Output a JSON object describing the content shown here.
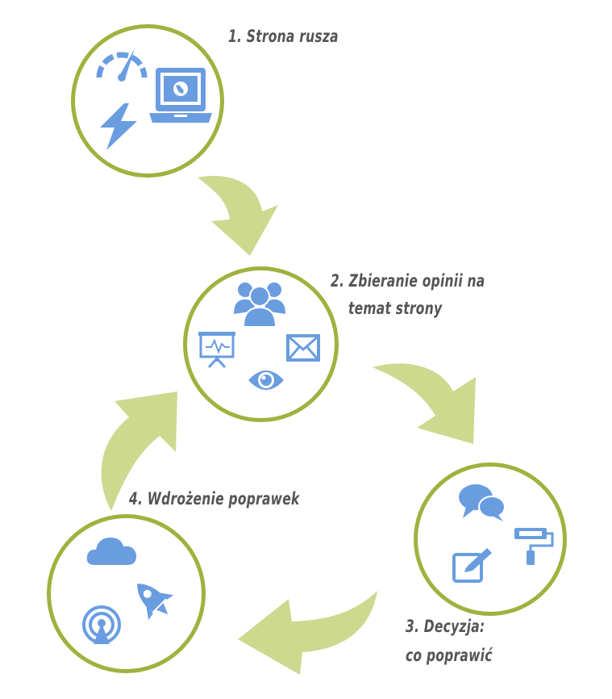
{
  "steps": [
    {
      "label": "1. Strona rusza",
      "icons": [
        "speedometer-icon",
        "laptop-globe-icon",
        "lightning-icon"
      ]
    },
    {
      "label_line1": "2. Zbieranie opinii na",
      "label_line2": "temat strony",
      "icons": [
        "users-group-icon",
        "presentation-chart-icon",
        "envelope-icon",
        "eye-icon"
      ]
    },
    {
      "label_line1": "3. Decyzja:",
      "label_line2": "co poprawić",
      "icons": [
        "chat-bubbles-icon",
        "paint-roller-icon",
        "edit-note-icon"
      ]
    },
    {
      "label": "4. Wdrożenie poprawek",
      "icons": [
        "cloud-icon",
        "rocket-icon",
        "broadcast-icon"
      ]
    }
  ],
  "colors": {
    "circle_border": "#9db33e",
    "arrow": "#ccd98f",
    "icon": "#6a9de0",
    "text": "#555555"
  }
}
